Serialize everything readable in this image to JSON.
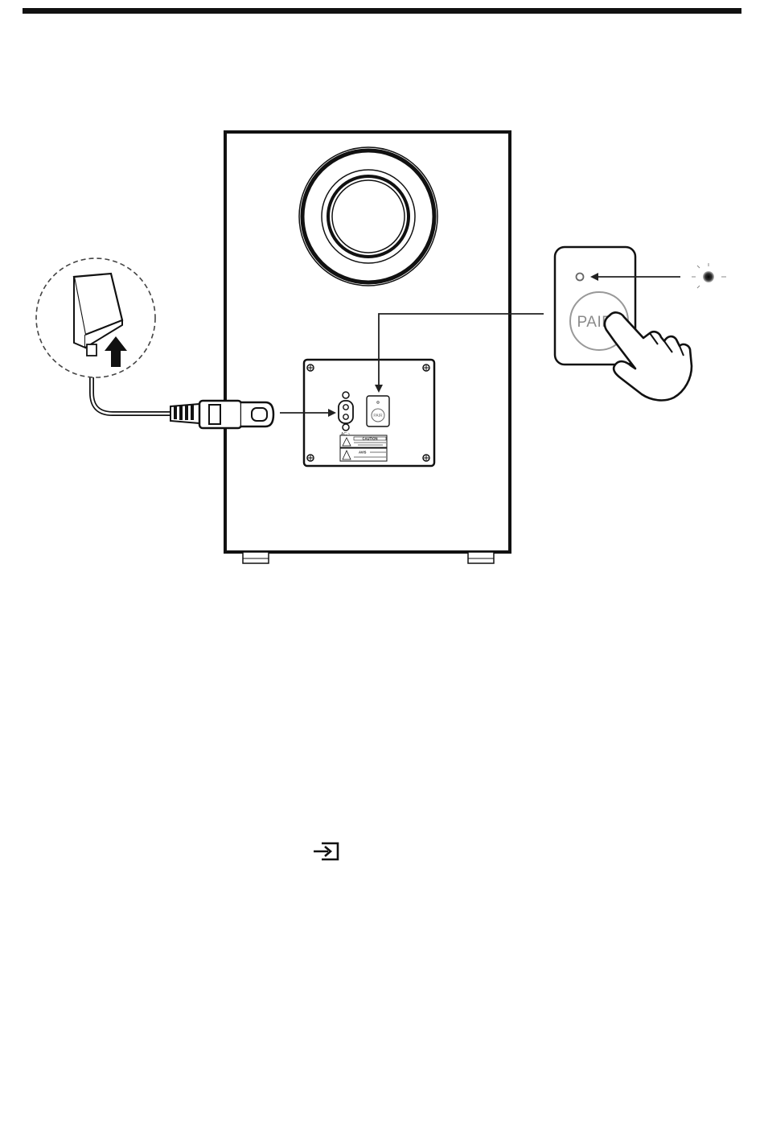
{
  "panel": {
    "pair_button_label": "PAIR",
    "pair_button_small_label": "PAIR",
    "ac_label": "AC ~",
    "warning_label_1": "CAUTION",
    "warning_label_2": "AVIS"
  },
  "icons": {
    "input_icon": "input-source-icon"
  }
}
